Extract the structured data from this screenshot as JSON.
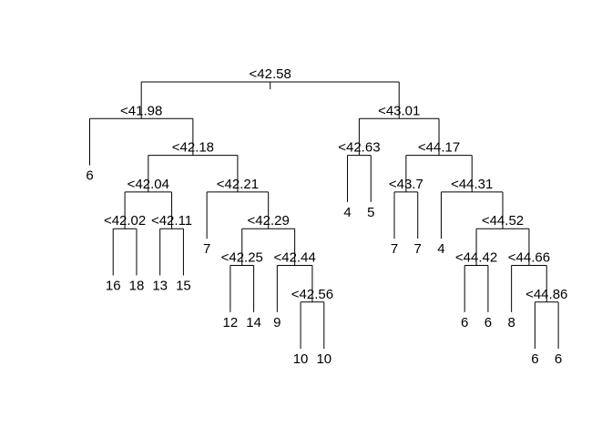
{
  "tree": {
    "label": "<42.58",
    "left": {
      "label": "<41.98",
      "left": {
        "leaf": "6"
      },
      "right": {
        "label": "<42.18",
        "left": {
          "label": "<42.04",
          "left": {
            "label": "<42.02",
            "left": {
              "leaf": "16"
            },
            "right": {
              "leaf": "18"
            }
          },
          "right": {
            "label": "<42.11",
            "left": {
              "leaf": "13"
            },
            "right": {
              "leaf": "15"
            }
          }
        },
        "right": {
          "label": "<42.21",
          "left": {
            "leaf": "7"
          },
          "right": {
            "label": "<42.29",
            "left": {
              "label": "<42.25",
              "left": {
                "leaf": "12"
              },
              "right": {
                "leaf": "14"
              }
            },
            "right": {
              "label": "<42.44",
              "left": {
                "leaf": "9"
              },
              "right": {
                "label": "<42.56",
                "left": {
                  "leaf": "10"
                },
                "right": {
                  "leaf": "10"
                }
              }
            }
          }
        }
      }
    },
    "right": {
      "label": "<43.01",
      "left": {
        "label": "<42.63",
        "left": {
          "leaf": "4"
        },
        "right": {
          "leaf": "5"
        }
      },
      "right": {
        "label": "<44.17",
        "left": {
          "label": "<43.7",
          "left": {
            "leaf": "7"
          },
          "right": {
            "leaf": "7"
          }
        },
        "right": {
          "label": "<44.31",
          "left": {
            "leaf": "4"
          },
          "right": {
            "label": "<44.52",
            "left": {
              "label": "<44.42",
              "left": {
                "leaf": "6"
              },
              "right": {
                "leaf": "6"
              }
            },
            "right": {
              "label": "<44.66",
              "left": {
                "leaf": "8"
              },
              "right": {
                "label": "<44.86",
                "left": {
                  "leaf": "6"
                },
                "right": {
                  "leaf": "6"
                }
              }
            }
          }
        }
      }
    }
  }
}
